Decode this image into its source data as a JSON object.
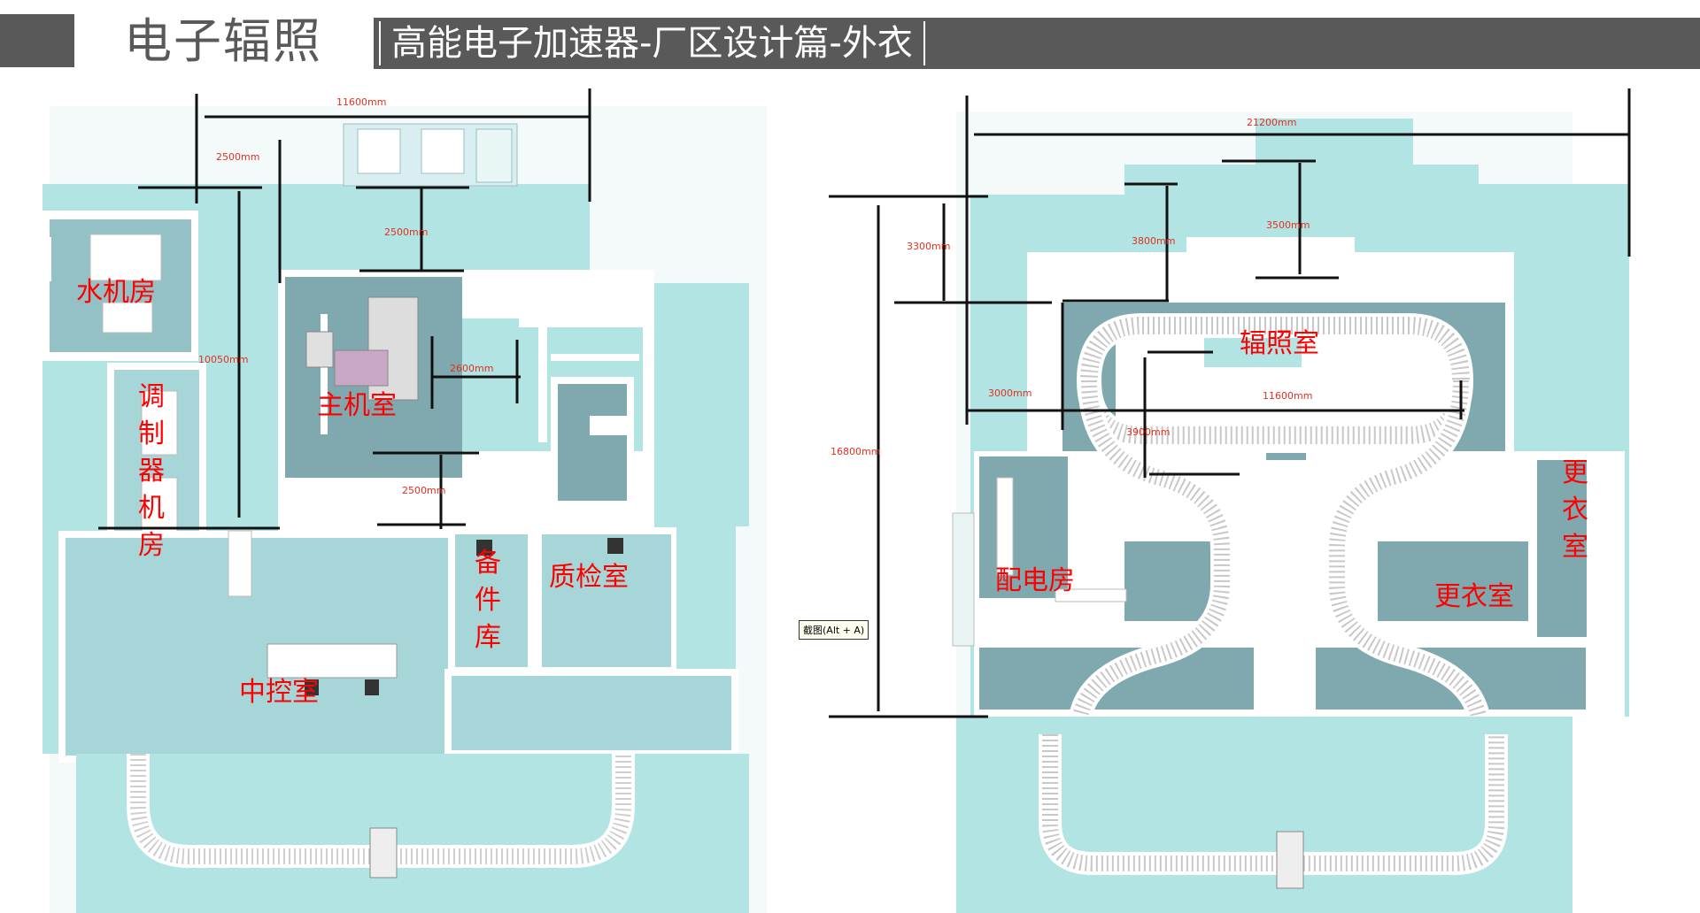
{
  "header": {
    "title": "电子辐照",
    "subtitle": "高能电子加速器-厂区设计篇-外衣"
  },
  "colors": {
    "header_gray": "#595959",
    "floor": "#b2e4e4",
    "wall": "#ffffff",
    "room_floor": "#7fa9ae",
    "label_red": "#ff0000",
    "dimension_red": "#e03020"
  },
  "left_plan": {
    "rooms": {
      "water_machine": "水机房",
      "modulator_1": "调",
      "modulator_2": "制",
      "modulator_3": "器",
      "modulator_4": "机",
      "modulator_5": "房",
      "main_machine": "主机室",
      "spare_1": "备",
      "spare_2": "件",
      "spare_3": "库",
      "qc": "质检室",
      "control": "中控室"
    },
    "dimensions": {
      "d_top": "11600mm",
      "d_left_top": "2500mm",
      "d_mid_top": "2500mm",
      "d_vert": "10050mm",
      "d_corridor": "2600mm",
      "d_bottom": "2500mm"
    }
  },
  "right_plan": {
    "rooms": {
      "irradiation": "辐照室",
      "power": "配电房",
      "changing_1": "更衣室",
      "changing_v1": "更",
      "changing_v2": "衣",
      "changing_v3": "室"
    },
    "dimensions": {
      "d_top": "21200mm",
      "d_3300": "3300mm",
      "d_3800": "3800mm",
      "d_3500": "3500mm",
      "d_3000": "3000mm",
      "d_11600": "11600mm",
      "d_3900": "3900mm",
      "d_16800": "16800mm"
    }
  },
  "tooltip": {
    "label": "截图(Alt + A)"
  }
}
